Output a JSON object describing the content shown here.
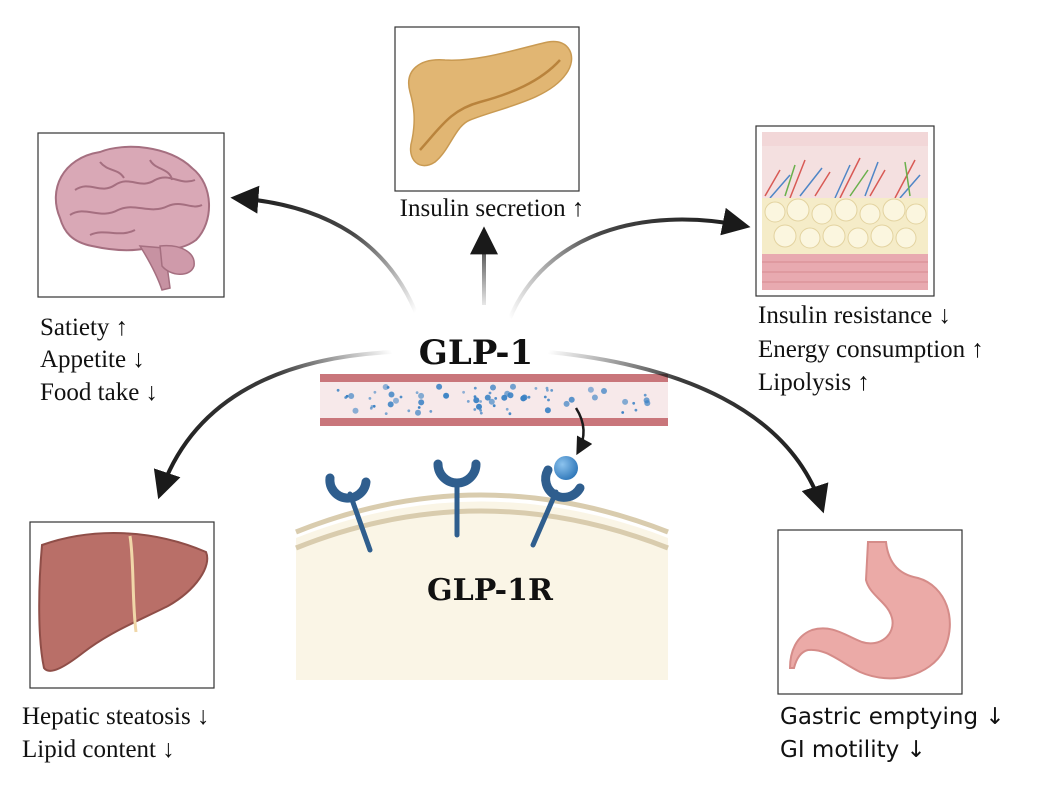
{
  "center": {
    "title": "GLP-1",
    "receptor": "GLP-1R"
  },
  "organs": {
    "pancreas": {
      "icon": "pancreas-icon",
      "lines": [
        "Insulin secretion ↑"
      ]
    },
    "brain": {
      "icon": "brain-icon",
      "lines": [
        "Satiety ↑",
        "Appetite ↓",
        "Food take ↓"
      ]
    },
    "adipose": {
      "icon": "adipose-tissue-icon",
      "lines": [
        "Insulin resistance ↓",
        "Energy consumption ↑",
        "Lipolysis ↑"
      ]
    },
    "liver": {
      "icon": "liver-icon",
      "lines": [
        "Hepatic steatosis ↓",
        "Lipid content ↓"
      ]
    },
    "stomach": {
      "icon": "stomach-icon",
      "lines": [
        "Gastric emptying ↓",
        "GI motility ↓"
      ]
    }
  },
  "colors": {
    "arrow": "#1a1a1a",
    "vessel_wall": "#c9767b",
    "vessel_lumen": "#f7e9ea",
    "molecule": "#3b82c4",
    "receptor": "#2f5e8e",
    "cell_fill": "#faf5e6",
    "cell_membrane": "#d9ccae",
    "brain": "#d9a8b6",
    "pancreas": "#e1b673",
    "liver": "#b96f68",
    "stomach": "#ebaaa7",
    "fat": "#f5ecc8"
  }
}
